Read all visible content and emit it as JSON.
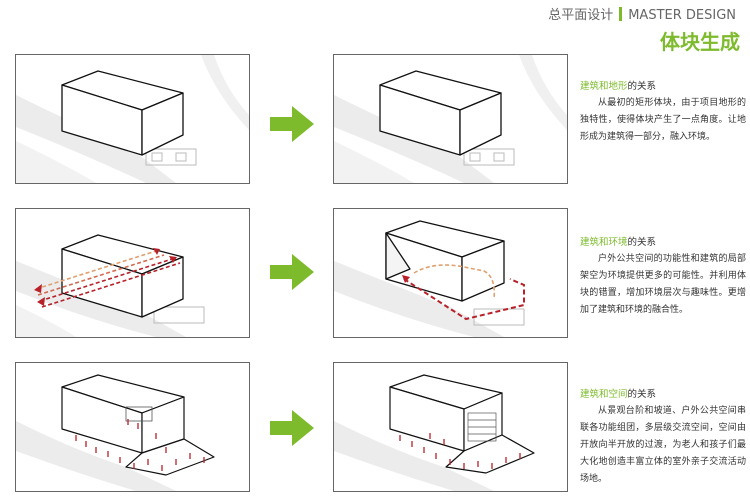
{
  "header": {
    "section_cn": "总平面设计",
    "section_en": "MASTER DESIGN"
  },
  "title": "体块生成",
  "rows": [
    {
      "heading_hl": "建筑和地形",
      "heading_rest": "的关系",
      "body": "从最初的矩形体块，由于项目地形的独特性，使得体块产生了一点角度。让地形成为建筑得一部分，融入环境。"
    },
    {
      "heading_hl": "建筑和环境",
      "heading_rest": "的关系",
      "body": "户外公共空间的功能性和建筑的局部架空为环境提供更多的可能性。并利用体块的错置，增加环境层次与趣味性。更增加了建筑和环境的融合性。"
    },
    {
      "heading_hl": "建筑和空间",
      "heading_rest": "的关系",
      "body": "从景观台阶和坡道、户外公共空间串联各功能组团，多层级交流空间，空间由开放向半开放的过渡，为老人和孩子们最大化地创造丰富立体的室外亲子交流活动场地。"
    }
  ],
  "colors": {
    "accent": "#7dbb2c",
    "red_path": "#b8212a",
    "orange_path": "#e0a070"
  }
}
